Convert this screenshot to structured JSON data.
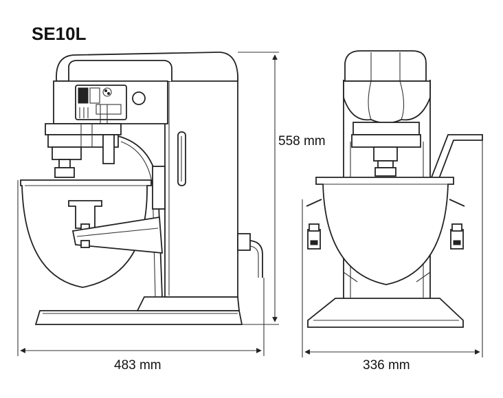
{
  "title": "SE10L",
  "dimensions": {
    "height": "558 mm",
    "depth": "483 mm",
    "width": "336 mm"
  },
  "colors": {
    "line": "#222222",
    "background": "#ffffff"
  }
}
